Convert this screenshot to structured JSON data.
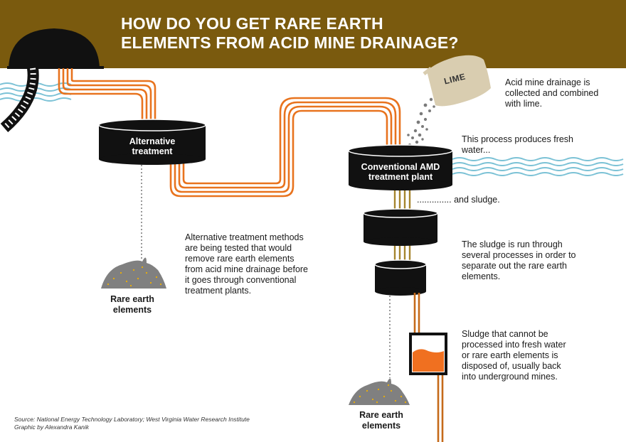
{
  "header": {
    "title_line1": "HOW DO YOU GET RARE EARTH",
    "title_line2": "ELEMENTS FROM ACID MINE DRAINAGE?"
  },
  "colors": {
    "header_bg": "#7a5a0e",
    "pipe_orange": "#e8731e",
    "pipe_gold": "#a5852e",
    "water_blue": "#7cc2d6",
    "tank_black": "#111111",
    "sludge_orange": "#f07020",
    "lime_bag": "#d9cdb0",
    "rare_earth_gray": "#808080",
    "rare_earth_dots": "#f0b000"
  },
  "tanks": {
    "alternative": {
      "line1": "Alternative",
      "line2": "treatment"
    },
    "conventional": {
      "line1": "Conventional AMD",
      "line2": "treatment plant"
    }
  },
  "lime_bag": {
    "label": "LIME"
  },
  "notes": {
    "lime": [
      "Acid mine drainage is",
      "collected and combined",
      "with lime."
    ],
    "fresh_water": [
      "This process produces fresh",
      "water..."
    ],
    "sludge": [
      ".............. and sludge."
    ],
    "processes": [
      "The sludge is run through",
      "several processes in order to",
      "separate out the rare earth",
      "elements."
    ],
    "disposal": [
      "Sludge that cannot be",
      "processed into fresh water",
      "or rare earth elements is",
      "disposed of, usually back",
      "into underground mines."
    ],
    "alternative": [
      "Alternative treatment methods",
      "are being tested that would",
      "remove rare earth elements",
      "from acid mine drainage before",
      "it goes through conventional",
      "treatment plants."
    ]
  },
  "rare_earth": {
    "left": {
      "line1": "Rare earth",
      "line2": "elements"
    },
    "right": {
      "line1": "Rare earth",
      "line2": "elements"
    }
  },
  "footer": {
    "source": "Source: National Energy Technology Laboratory; West Virginia Water Research Institute",
    "credit": "Graphic by Alexandra Kanik"
  }
}
